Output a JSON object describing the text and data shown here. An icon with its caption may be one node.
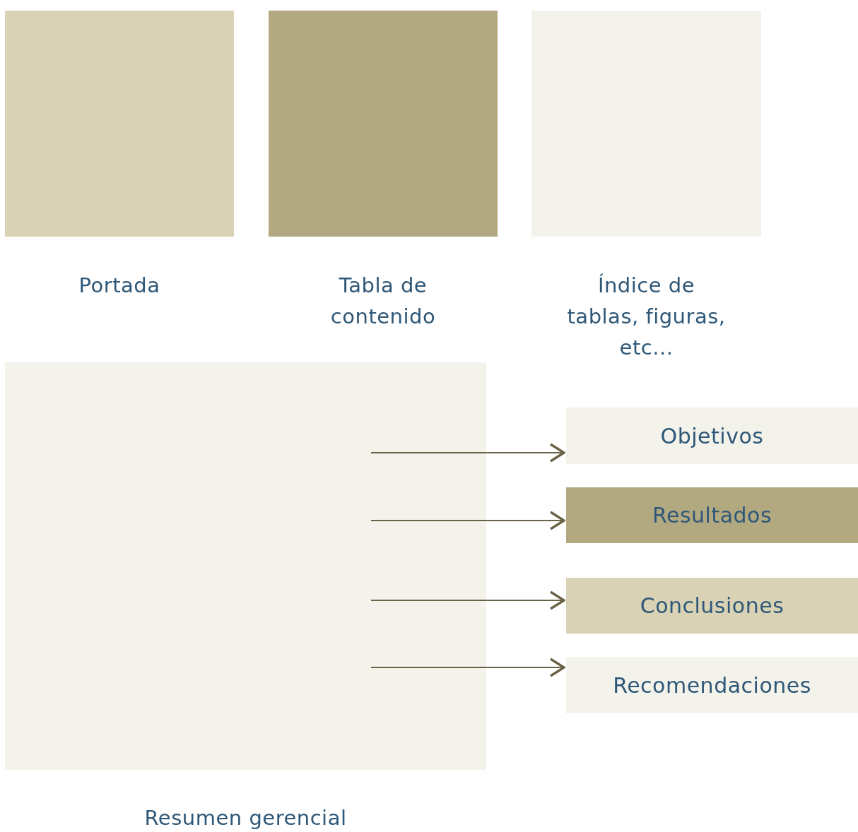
{
  "diagram": {
    "nodes": [
      {
        "text": [
          "Portada"
        ]
      },
      {
        "text": [
          "Tabla de contenido"
        ]
      },
      {
        "text": [
          "Índice de tablas, figuras, etc..."
        ]
      },
      {
        "text": [
          "Resumen gerencial"
        ]
      },
      {
        "text": [
          "Objetivos"
        ]
      },
      {
        "text": [
          "Resultados"
        ]
      },
      {
        "text": [
          "Conclusiones"
        ]
      },
      {
        "text": [
          "Recomendaciones"
        ]
      }
    ],
    "edges": [
      {
        "from": 3,
        "to": 4,
        "arrow": "to"
      },
      {
        "from": 3,
        "to": 5,
        "arrow": "to"
      },
      {
        "from": 3,
        "to": 6,
        "arrow": "to"
      },
      {
        "from": 3,
        "to": 7,
        "arrow": "to"
      }
    ]
  }
}
